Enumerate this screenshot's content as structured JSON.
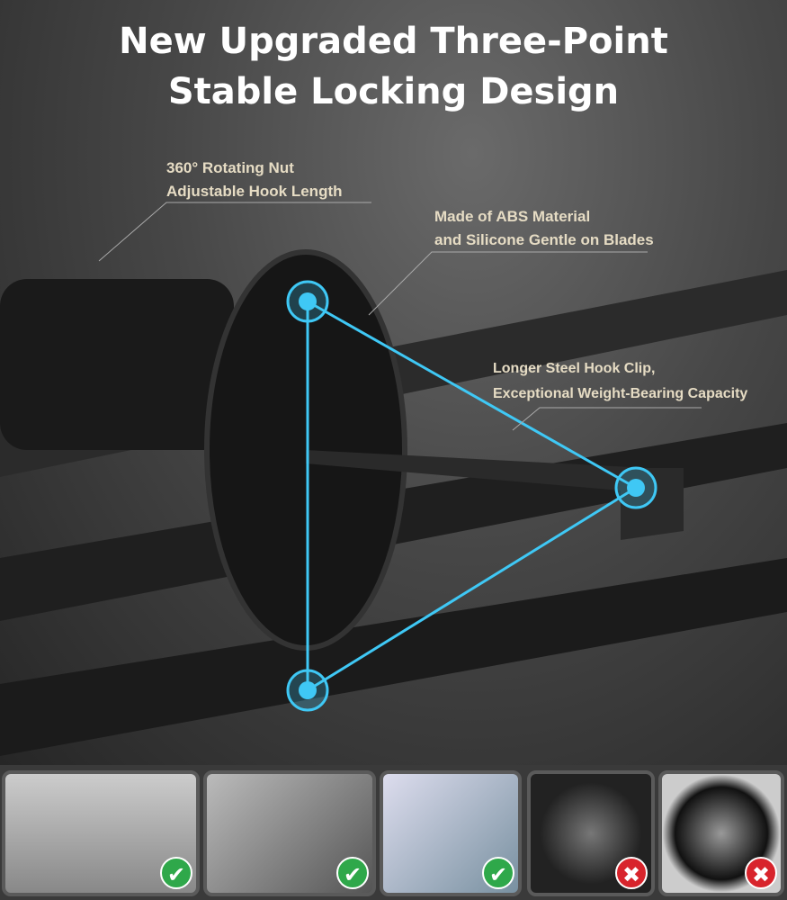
{
  "title": {
    "line1": "New Upgraded Three-Point",
    "line2": "Stable Locking Design"
  },
  "annotations": [
    {
      "line1": "360° Rotating Nut",
      "line2": "Adjustable Hook Length"
    },
    {
      "line1": "Made of ABS Material",
      "line2": "and Silicone Gentle on Blades"
    },
    {
      "line1": "Longer Steel Hook Clip,",
      "line2": "Exceptional Weight-Bearing Capacity"
    }
  ],
  "colors": {
    "accent": "#3fc8f5",
    "text": "#e6dcc4",
    "ok": "#2fa84a",
    "no": "#d8242c"
  },
  "vents": [
    {
      "type": "rectangular-vent",
      "compatible": true,
      "icon": "✔"
    },
    {
      "type": "side-vent",
      "compatible": true,
      "icon": "✔"
    },
    {
      "type": "vertical-blade-vent",
      "compatible": true,
      "icon": "✔"
    },
    {
      "type": "round-vent",
      "compatible": false,
      "icon": "✖"
    },
    {
      "type": "round-vent-2",
      "compatible": false,
      "icon": "✖"
    }
  ]
}
